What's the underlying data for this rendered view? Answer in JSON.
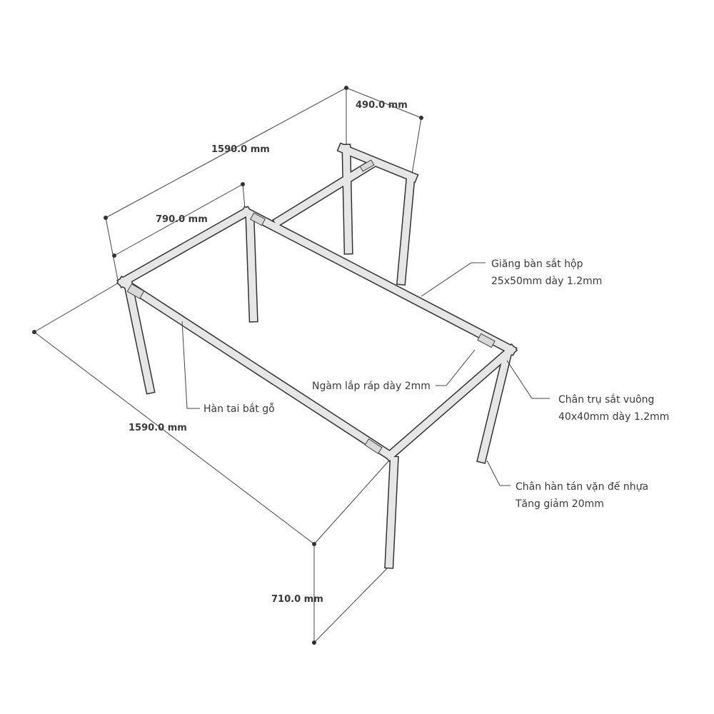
{
  "dimensions": {
    "top_length": "1590.0 mm",
    "extension_width": "490.0 mm",
    "table_width": "790.0 mm",
    "side_length": "1590.0 mm",
    "height": "710.0 mm"
  },
  "annotations": {
    "brace": [
      "Giăng bàn sắt hộp",
      "25x50mm dày 1.2mm"
    ],
    "joint": "Ngàm lắp ráp dày 2mm",
    "leg": [
      "Chân trụ sắt vuông",
      "40x40mm dày 1.2mm"
    ],
    "foot": [
      "Chân hàn tán vặn đế nhựa",
      "Tăng giảm 20mm"
    ],
    "tab": "Hàn tai bắt gỗ"
  }
}
